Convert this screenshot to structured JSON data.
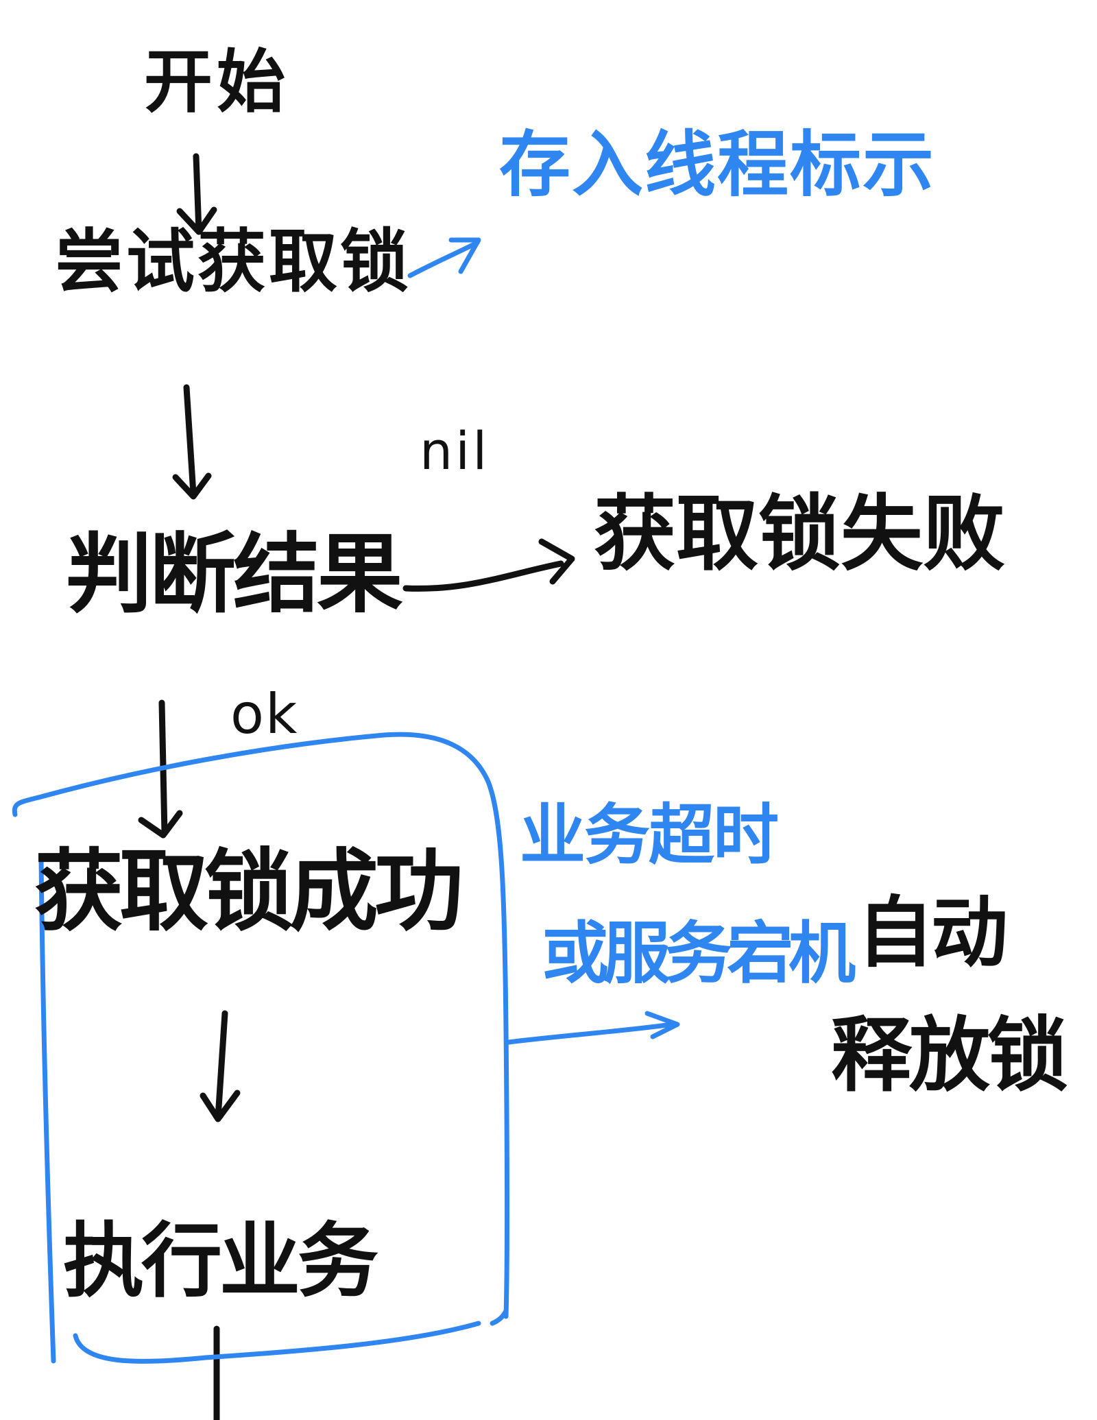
{
  "colors": {
    "ink": "#111111",
    "accent": "#2f86f0",
    "background": "#ffffff"
  },
  "nodes": {
    "start": "开始",
    "try_acquire": "尝试获取锁",
    "store_thread_id": "存入线程标示",
    "judge_result": "判断结果",
    "acquire_failed": "获取锁失败",
    "acquire_success": "获取锁成功",
    "execute_business": "执行业务",
    "timeout_line1": "业务超时",
    "timeout_line2": "或服务宕机",
    "auto_line1": "自动",
    "auto_line2": "释放锁"
  },
  "edge_labels": {
    "nil": "nil",
    "ok": "ok"
  }
}
